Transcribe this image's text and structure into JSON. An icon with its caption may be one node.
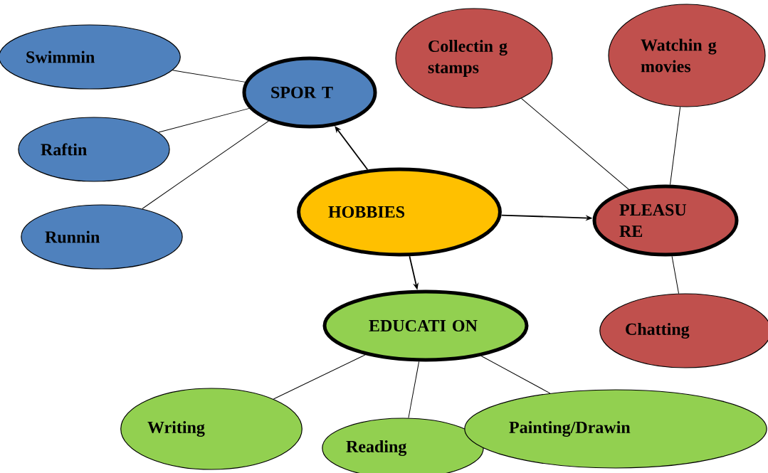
{
  "diagram": {
    "nodes": [
      {
        "text": [
          "HOBBIES"
        ]
      },
      {
        "text": [
          "SPOR T"
        ]
      },
      {
        "text": [
          "Swimmin"
        ]
      },
      {
        "text": [
          "Raftin"
        ]
      },
      {
        "text": [
          "Runnin"
        ]
      },
      {
        "text": [
          "PLEASU RE"
        ]
      },
      {
        "text": [
          "Collectin g stamps"
        ]
      },
      {
        "text": [
          "Watchin g movies"
        ]
      },
      {
        "text": [
          "Chatting"
        ]
      },
      {
        "text": [
          "EDUCATI ON"
        ]
      },
      {
        "text": [
          "Writing"
        ]
      },
      {
        "text": [
          "Reading"
        ]
      },
      {
        "text": [
          "Painting/Drawin"
        ]
      }
    ],
    "edges": [
      {
        "from": 0,
        "to": 1,
        "arrow": "to"
      },
      {
        "from": 0,
        "to": 5,
        "arrow": "to"
      },
      {
        "from": 0,
        "to": 9,
        "arrow": "to"
      },
      {
        "from": 1,
        "to": 2,
        "arrow": "none"
      },
      {
        "from": 1,
        "to": 3,
        "arrow": "none"
      },
      {
        "from": 1,
        "to": 4,
        "arrow": "none"
      },
      {
        "from": 5,
        "to": 6,
        "arrow": "none"
      },
      {
        "from": 5,
        "to": 7,
        "arrow": "none"
      },
      {
        "from": 5,
        "to": 8,
        "arrow": "none"
      },
      {
        "from": 9,
        "to": 10,
        "arrow": "none"
      },
      {
        "from": 9,
        "to": 11,
        "arrow": "none"
      },
      {
        "from": 9,
        "to": 12,
        "arrow": "none"
      }
    ]
  }
}
